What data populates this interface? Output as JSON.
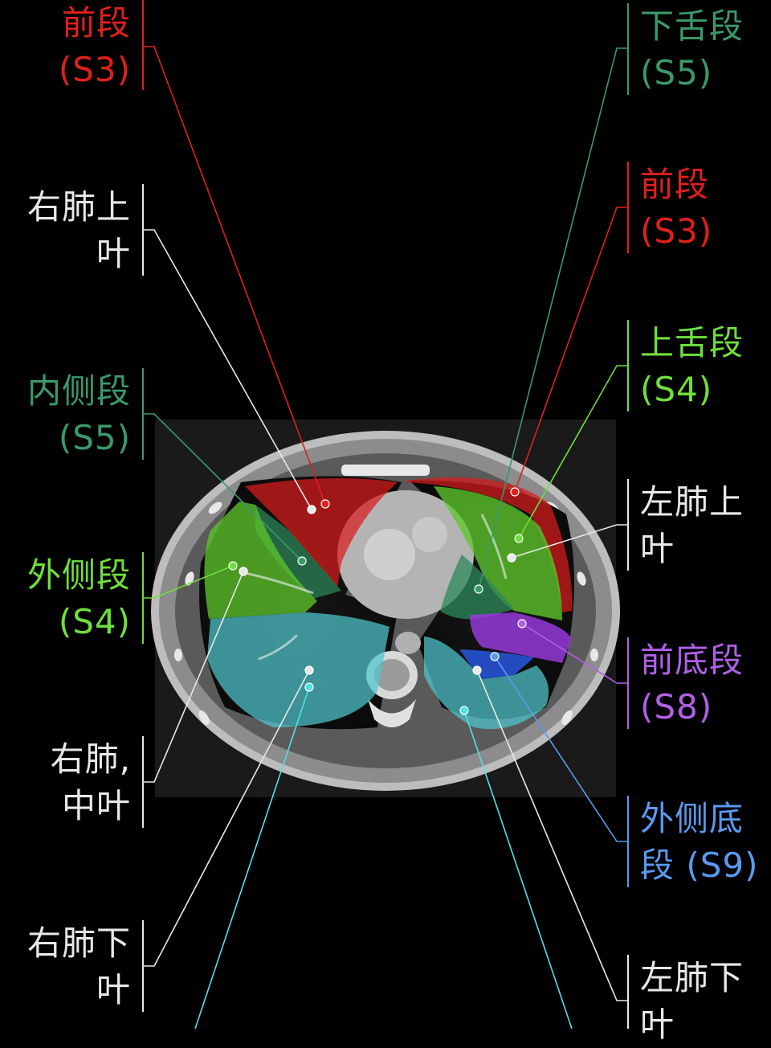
{
  "colors": {
    "red": "#e0201c",
    "dark_green": "#3a9a6a",
    "lime": "#6ee03c",
    "white": "#e8e8e8",
    "purple": "#b060e8",
    "blue": "#5a9af0",
    "cyan": "#50e0e8"
  },
  "labels": {
    "r_anterior": {
      "line1": "前段",
      "line2": "(S3)"
    },
    "r_upper": {
      "line1": "右肺上",
      "line2": "叶"
    },
    "r_medial": {
      "line1": "内侧段",
      "line2": "(S5)"
    },
    "r_lateral": {
      "line1": "外侧段",
      "line2": "(S4)"
    },
    "r_middle": {
      "line1": "右肺,",
      "line2": "中叶"
    },
    "r_lower": {
      "line1": "右肺下",
      "line2": "叶"
    },
    "l_inf_ling": {
      "line1": "下舌段",
      "line2": "(S5)"
    },
    "l_anterior": {
      "line1": "前段",
      "line2": "(S3)"
    },
    "l_sup_ling": {
      "line1": "上舌段",
      "line2": "(S4)"
    },
    "l_upper": {
      "line1": "左肺上",
      "line2": "叶"
    },
    "l_ant_basal": {
      "line1": "前底段",
      "line2": "(S8)"
    },
    "l_lat_basal": {
      "line1": "外侧底",
      "line2": "段 (S9)"
    },
    "l_lower": {
      "line1": "左肺下",
      "line2": "叶"
    }
  }
}
